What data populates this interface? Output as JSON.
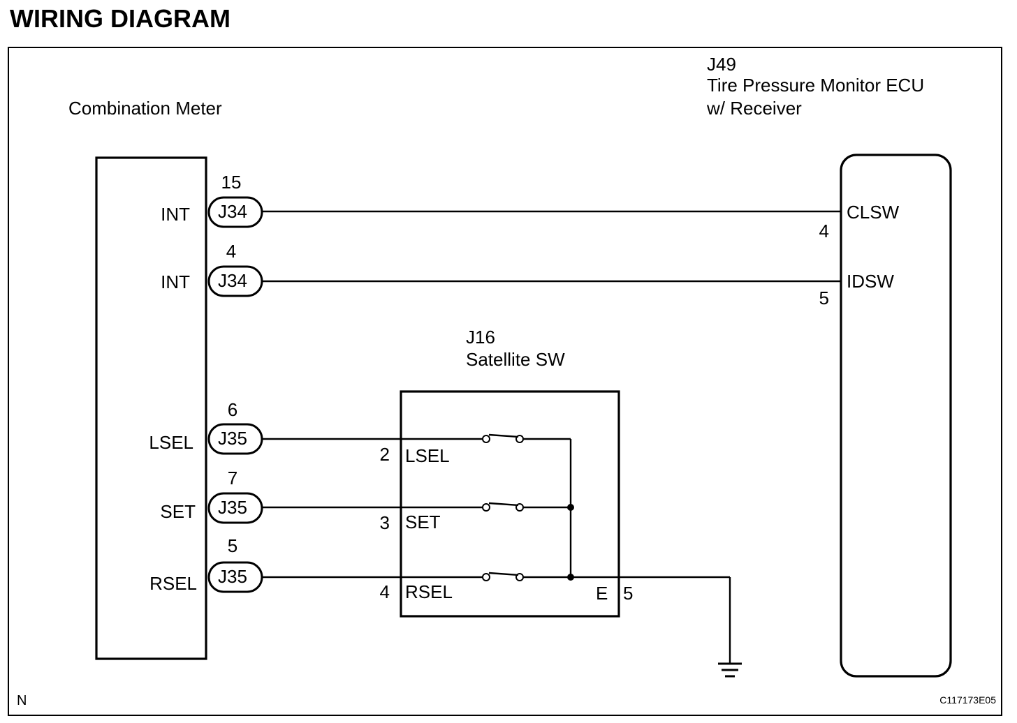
{
  "page": {
    "title": "WIRING DIAGRAM",
    "corner_letter": "N",
    "figure_code": "C117173E05"
  },
  "combination_meter": {
    "name": "Combination Meter",
    "terminals": [
      {
        "label": "INT",
        "pin": "15",
        "connector": "J34"
      },
      {
        "label": "INT",
        "pin": "4",
        "connector": "J34"
      },
      {
        "label": "LSEL",
        "pin": "6",
        "connector": "J35"
      },
      {
        "label": "SET",
        "pin": "7",
        "connector": "J35"
      },
      {
        "label": "RSEL",
        "pin": "5",
        "connector": "J35"
      }
    ]
  },
  "ecu": {
    "connector": "J49",
    "name_line1": "Tire Pressure Monitor ECU",
    "name_line2": "w/ Receiver",
    "terminals": [
      {
        "label": "CLSW",
        "pin": "4"
      },
      {
        "label": "IDSW",
        "pin": "5"
      }
    ]
  },
  "satellite_sw": {
    "connector": "J16",
    "name": "Satellite SW",
    "terminals": [
      {
        "label": "LSEL",
        "pin": "2"
      },
      {
        "label": "SET",
        "pin": "3"
      },
      {
        "label": "RSEL",
        "pin": "4"
      },
      {
        "label": "E",
        "pin": "5"
      }
    ]
  },
  "ground": {
    "icon": "ground-icon"
  }
}
